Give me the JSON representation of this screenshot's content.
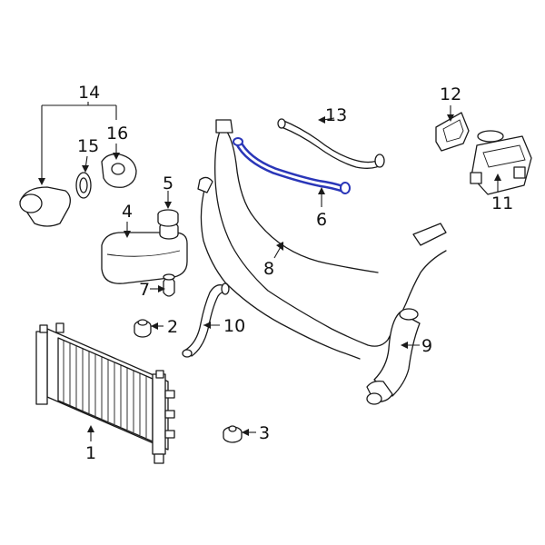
{
  "diagram": {
    "callouts": [
      {
        "id": "1",
        "text": "1"
      },
      {
        "id": "2",
        "text": "2"
      },
      {
        "id": "3",
        "text": "3"
      },
      {
        "id": "4",
        "text": "4"
      },
      {
        "id": "5",
        "text": "5"
      },
      {
        "id": "6",
        "text": "6"
      },
      {
        "id": "7",
        "text": "7"
      },
      {
        "id": "8",
        "text": "8"
      },
      {
        "id": "9",
        "text": "9"
      },
      {
        "id": "10",
        "text": "10"
      },
      {
        "id": "11",
        "text": "11"
      },
      {
        "id": "12",
        "text": "12"
      },
      {
        "id": "13",
        "text": "13"
      },
      {
        "id": "14",
        "text": "14"
      },
      {
        "id": "15",
        "text": "15"
      },
      {
        "id": "16",
        "text": "16"
      }
    ],
    "highlighted_part": "6",
    "colors": {
      "line": "#1a1a1a",
      "highlight": "#2a36b8",
      "background": "#ffffff"
    }
  }
}
